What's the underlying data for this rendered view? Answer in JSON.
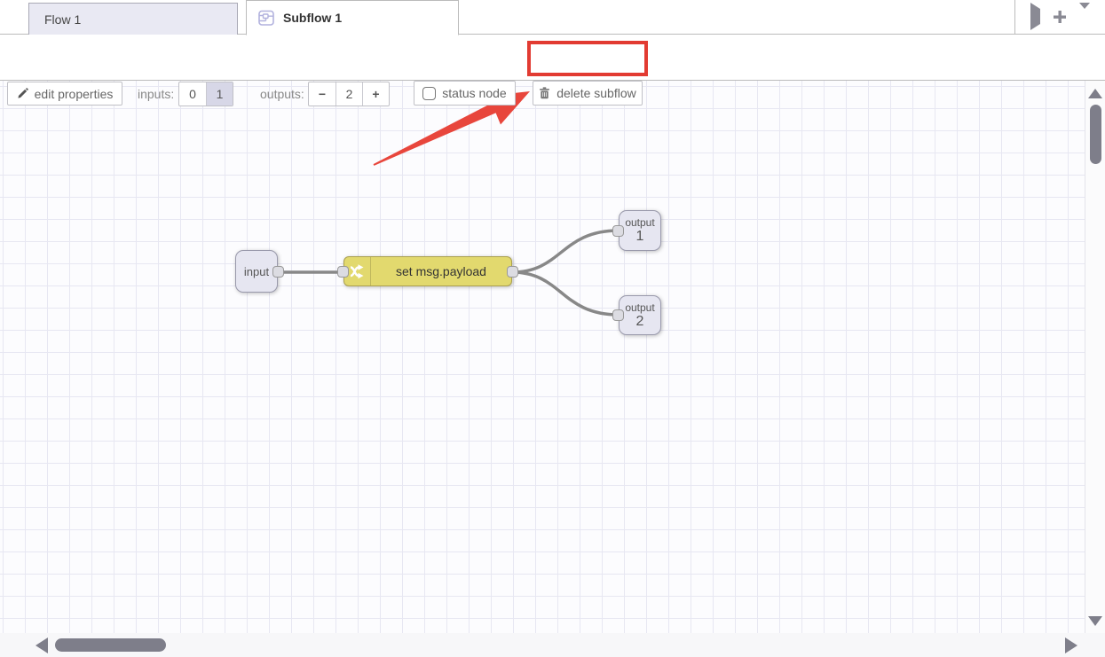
{
  "tab_bar": {
    "tabs": [
      {
        "label": "Flow 1",
        "active": false
      },
      {
        "label": "Subflow 1",
        "active": true
      }
    ]
  },
  "toolbar": {
    "edit_properties_label": "edit properties",
    "inputs_label": "inputs:",
    "input_option_0": "0",
    "input_option_1": "1",
    "selected_input": "1",
    "outputs_label": "outputs:",
    "minus_label": "−",
    "outputs_value": "2",
    "plus_label": "+",
    "status_node_label": "status node",
    "status_node_checked": false,
    "delete_subflow_label": "delete subflow"
  },
  "canvas": {
    "nodes": {
      "input": {
        "label": "input"
      },
      "change": {
        "label": "set msg.payload"
      },
      "output1": {
        "label": "output",
        "number": "1"
      },
      "output2": {
        "label": "output",
        "number": "2"
      }
    },
    "wires": [
      {
        "from": "input",
        "to": "set msg.payload"
      },
      {
        "from": "set msg.payload",
        "to": "output 1"
      },
      {
        "from": "set msg.payload",
        "to": "output 2"
      }
    ]
  },
  "annotation": {
    "type": "red arrow pointing at delete subflow button with red highlight box",
    "color": "#e23b32"
  },
  "icons": {
    "subflow-icon": "node outline with ports",
    "pencil-icon": "edit pencil",
    "trash-icon": "trash can",
    "shuffle-icon": "change/swap arrows",
    "plus-icon": "add",
    "chevron-down-icon": "tab list",
    "triangle-right-icon": "scroll tabs"
  },
  "colors": {
    "accent_red": "#e23b32",
    "change_node_fill": "#e2d96e",
    "square_node_fill": "#e6e6f1",
    "wire": "#888888",
    "selected_toggle_bg": "#d7d7e7"
  }
}
